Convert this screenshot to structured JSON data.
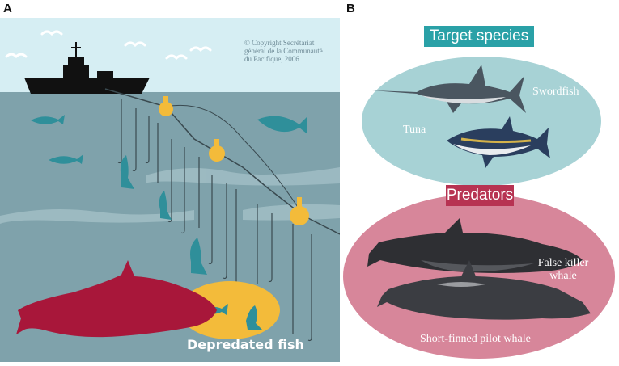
{
  "panels": {
    "a": {
      "letter": "A",
      "copyright": {
        "line1": "© Copyright Secrétariat",
        "line2": "général de la Communauté",
        "line3": "du Pacifique, 2006"
      },
      "depredated_label": "Depredated fish"
    },
    "b": {
      "letter": "B",
      "target_title": "Target species",
      "predators_title": "Predators",
      "species": {
        "swordfish": "Swordfish",
        "tuna": "Tuna",
        "false_killer_line1": "False killer",
        "false_killer_line2": "whale",
        "pilot_whale": "Short-finned pilot whale"
      }
    }
  },
  "colors": {
    "sky": "#d6eef3",
    "sea": "#7fa2ab",
    "ship": "#111111",
    "buoy": "#f3bb3a",
    "fish": "#2f8f9a",
    "predator": "#a8173a",
    "target_bg": "#a7d2d5",
    "target_pill": "#2aa1a7",
    "predator_bg": "#d7869a",
    "predator_pill": "#b73352"
  }
}
